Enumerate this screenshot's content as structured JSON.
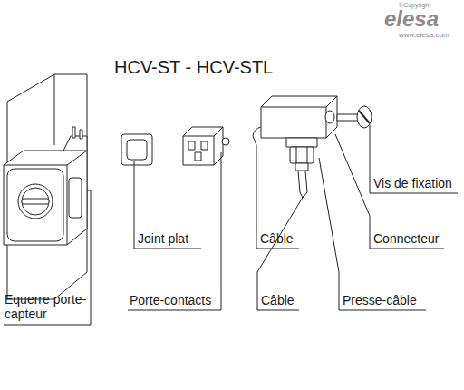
{
  "diagram": {
    "title": "HCV-ST - HCV-STL",
    "labels": [
      "©Copyright",
      "elesa",
      "www.elesa.com",
      "Vis de fixation",
      "Joint plat",
      "Câble",
      "Connecteur",
      "Equerre porte-capteur",
      "Porte-contacts",
      "Câble",
      "Presse-câble"
    ]
  }
}
